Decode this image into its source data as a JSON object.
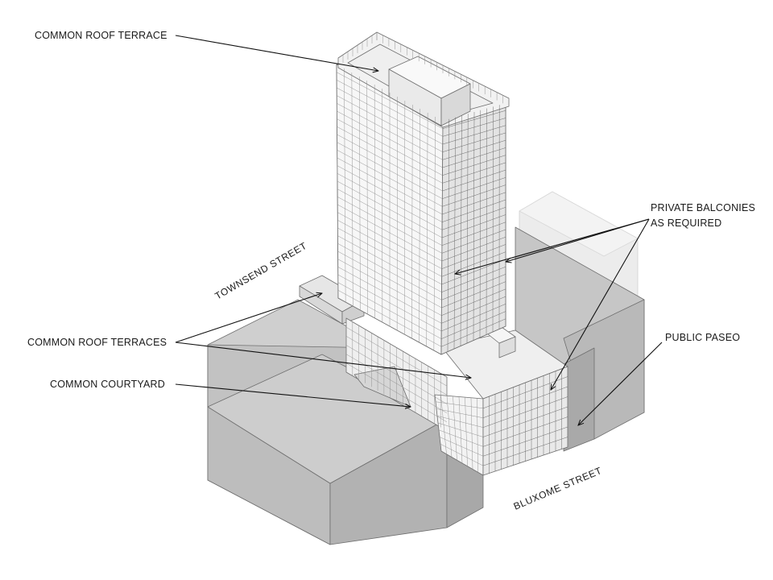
{
  "annotations": {
    "common_roof_terrace": "COMMON ROOF TERRACE",
    "private_balconies_line1": "PRIVATE BALCONIES",
    "private_balconies_line2": "AS REQUIRED",
    "common_roof_terraces": "COMMON ROOF TERRACES",
    "common_courtyard": "COMMON COURTYARD",
    "public_paseo": "PUBLIC PASEO"
  },
  "streets": {
    "townsend": "TOWNSEND STREET",
    "bluxome": "BLUXOME STREET"
  },
  "colors": {
    "context_block": "#c9c9c9",
    "context_block_dark": "#b3b3b3",
    "ghost_block": "#ececec",
    "facade_light": "#f7f7f7",
    "facade_shade": "#e2e2e2",
    "roof": "#efefef",
    "line": "#111111"
  }
}
